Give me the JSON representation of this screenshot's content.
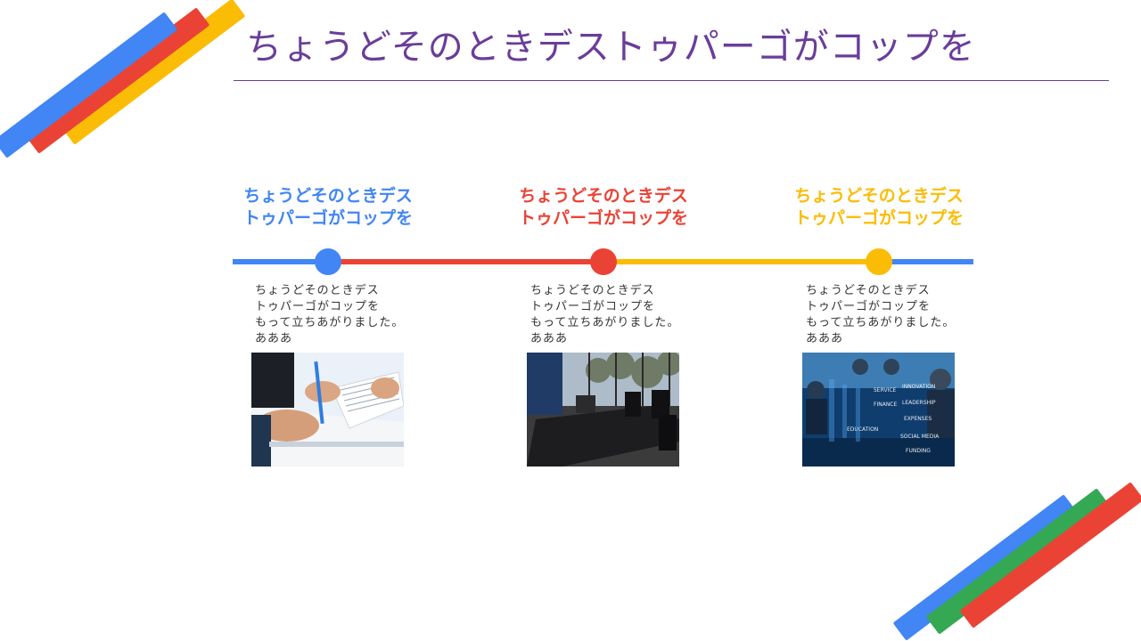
{
  "title": "ちょうどそのときデストゥパーゴがコップを",
  "colors": {
    "blue": "#4285f4",
    "red": "#ea4335",
    "yellow": "#fbbc05",
    "green": "#34a853",
    "title_purple": "#6a3d9a"
  },
  "items": [
    {
      "heading_line1": "ちょうどそのときデス",
      "heading_line2": "トゥパーゴがコップを",
      "body_line1": "ちょうどそのときデス",
      "body_line2": "トゥパーゴがコップを",
      "body_line3": "もって立ちあがりました。",
      "body_line4": "あああ",
      "image": "business-documents-signing"
    },
    {
      "heading_line1": "ちょうどそのときデス",
      "heading_line2": "トゥパーゴがコップを",
      "body_line1": "ちょうどそのときデス",
      "body_line2": "トゥパーゴがコップを",
      "body_line3": "もって立ちあがりました。",
      "body_line4": "あああ",
      "image": "conference-room"
    },
    {
      "heading_line1": "ちょうどそのときデス",
      "heading_line2": "トゥパーゴがコップを",
      "body_line1": "ちょうどそのときデス",
      "body_line2": "トゥパーゴがコップを",
      "body_line3": "もって立ちあがりました。",
      "body_line4": "あああ",
      "image": "business-people-digital-screen",
      "image_words": [
        "INNOVATION",
        "SERVICE",
        "LEADERSHIP",
        "FINANCE",
        "EXPENSES",
        "SOCIAL MEDIA",
        "FUNDING",
        "EDUCATION"
      ]
    }
  ]
}
